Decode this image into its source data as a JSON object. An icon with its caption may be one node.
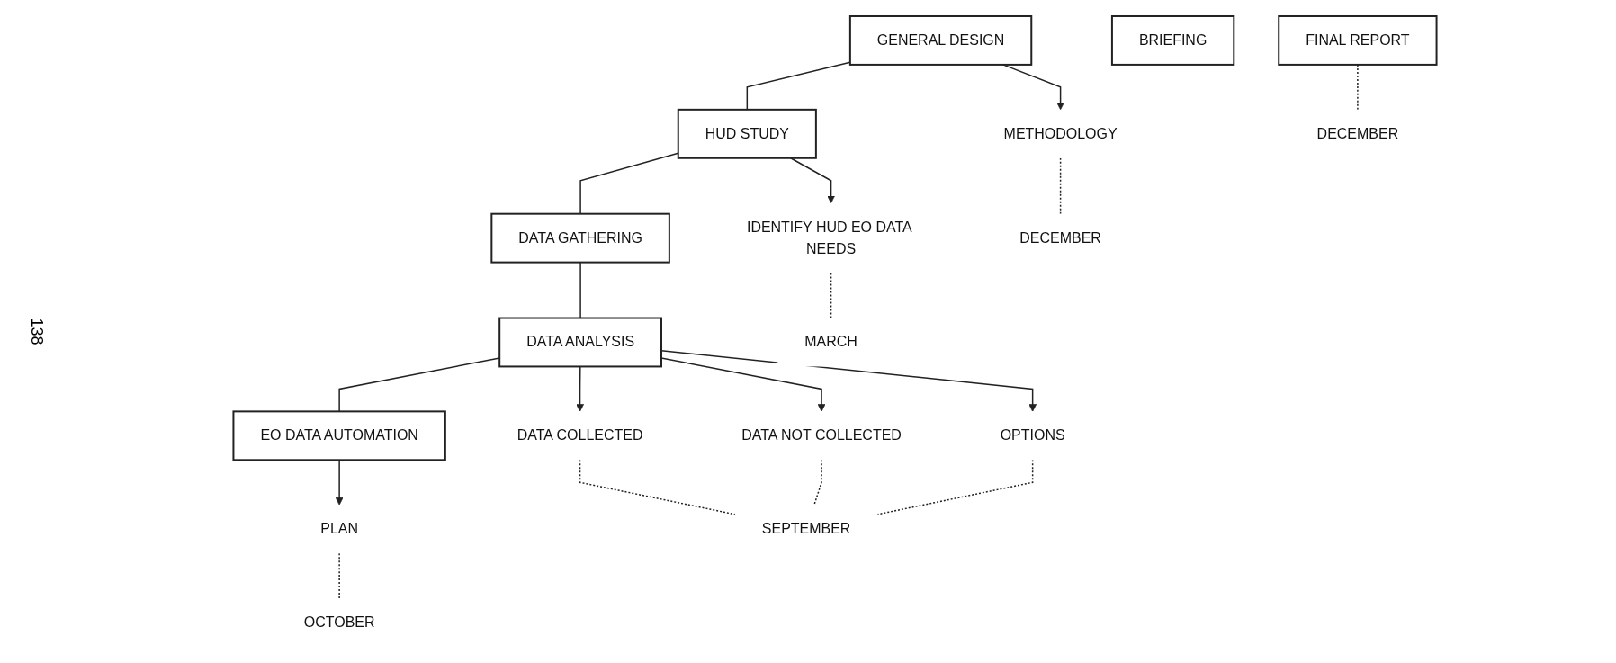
{
  "diagram": {
    "nodes": [
      {
        "text": [
          "GENERAL DESIGN"
        ]
      },
      {
        "text": [
          "HUD STUDY"
        ]
      },
      {
        "text": [
          "DATA GATHERING"
        ]
      },
      {
        "text": [
          "DATA ANALYSIS"
        ]
      },
      {
        "text": [
          "EO DATA AUTOMATION"
        ]
      },
      {
        "text": [
          "BRIEFING"
        ]
      },
      {
        "text": [
          "FINAL REPORT"
        ]
      },
      {
        "text": [
          "METHODOLOGY"
        ]
      },
      {
        "text": [
          "IDENTIFY HUD EO DATA NEEDS"
        ]
      },
      {
        "text": [
          "DATA COLLECTED"
        ]
      },
      {
        "text": [
          "DATA NOT COLLECTED"
        ]
      },
      {
        "text": [
          "OPTIONS"
        ]
      },
      {
        "text": [
          "PLAN"
        ]
      },
      {
        "text": [
          "DECEMBER"
        ]
      },
      {
        "text": [
          "MARCH"
        ]
      },
      {
        "text": [
          "SEPTEMBER"
        ]
      },
      {
        "text": [
          "OCTOBER"
        ]
      },
      {
        "text": [
          "DECEMBER"
        ]
      }
    ],
    "edges": [
      {
        "from": 0,
        "to": 1,
        "arrow": "none"
      },
      {
        "from": 1,
        "to": 2,
        "arrow": "none"
      },
      {
        "from": 2,
        "to": 3,
        "arrow": "none"
      },
      {
        "from": 3,
        "to": 4,
        "arrow": "none"
      },
      {
        "from": 0,
        "to": 7,
        "arrow": "to"
      },
      {
        "from": 1,
        "to": 8,
        "arrow": "to"
      },
      {
        "from": 3,
        "to": 9,
        "arrow": "to"
      },
      {
        "from": 3,
        "to": 10,
        "arrow": "to"
      },
      {
        "from": 3,
        "to": 11,
        "arrow": "to"
      },
      {
        "from": 4,
        "to": 12,
        "arrow": "to"
      },
      {
        "from": 7,
        "to": 13,
        "arrow": "none",
        "style": "dashed"
      },
      {
        "from": 8,
        "to": 14,
        "arrow": "none",
        "style": "dashed"
      },
      {
        "from": 9,
        "to": 15,
        "arrow": "none",
        "style": "dashed"
      },
      {
        "from": 10,
        "to": 15,
        "arrow": "none",
        "style": "dashed"
      },
      {
        "from": 11,
        "to": 15,
        "arrow": "none",
        "style": "dashed"
      },
      {
        "from": 12,
        "to": 16,
        "arrow": "none",
        "style": "dashed"
      },
      {
        "from": 6,
        "to": 17,
        "arrow": "none",
        "style": "dashed"
      }
    ],
    "labels": [
      "138"
    ]
  }
}
